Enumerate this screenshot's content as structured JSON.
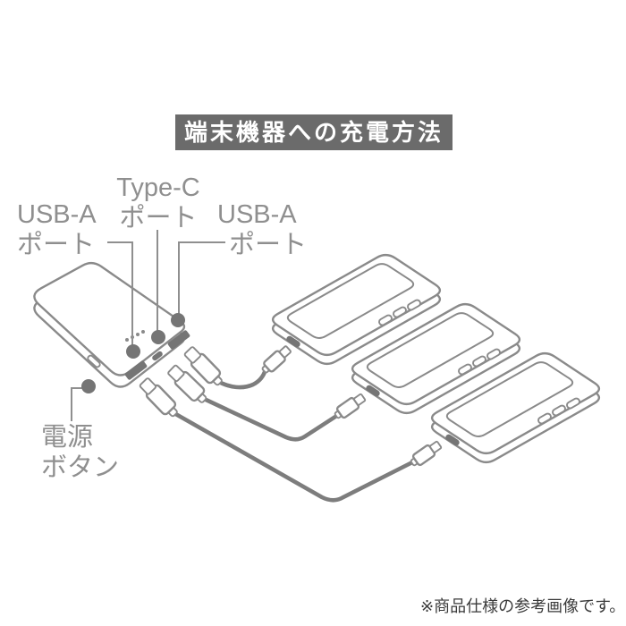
{
  "title_banner": {
    "text": "端末機器への充電方法",
    "bg_color": "#6b6b6b",
    "text_color": "#ffffff"
  },
  "labels": {
    "usb_a_left": {
      "line1": "USB-A",
      "line2": "ポート"
    },
    "type_c": {
      "line1": "Type-C",
      "line2": "ポート"
    },
    "usb_a_right": {
      "line1": "USB-A",
      "line2": "ポート"
    },
    "power_button": {
      "line1": "電源",
      "line2": "ボタン"
    }
  },
  "footnote": {
    "text": "※商品仕様の参考画像です。"
  },
  "diagram": {
    "device": "power-bank",
    "power_bank_ports": [
      "USB-A",
      "Type-C",
      "USB-A"
    ],
    "power_bank_leds": 4,
    "phones_count": 3,
    "cables_count": 3,
    "colors": {
      "line": "#8a8a8a",
      "cable": "#7d7d7d",
      "port_fill": "#757575",
      "marker_dot_fill": "#757575",
      "label_text": "#8f8f8f",
      "footnote_text": "#3a3a3a"
    }
  }
}
